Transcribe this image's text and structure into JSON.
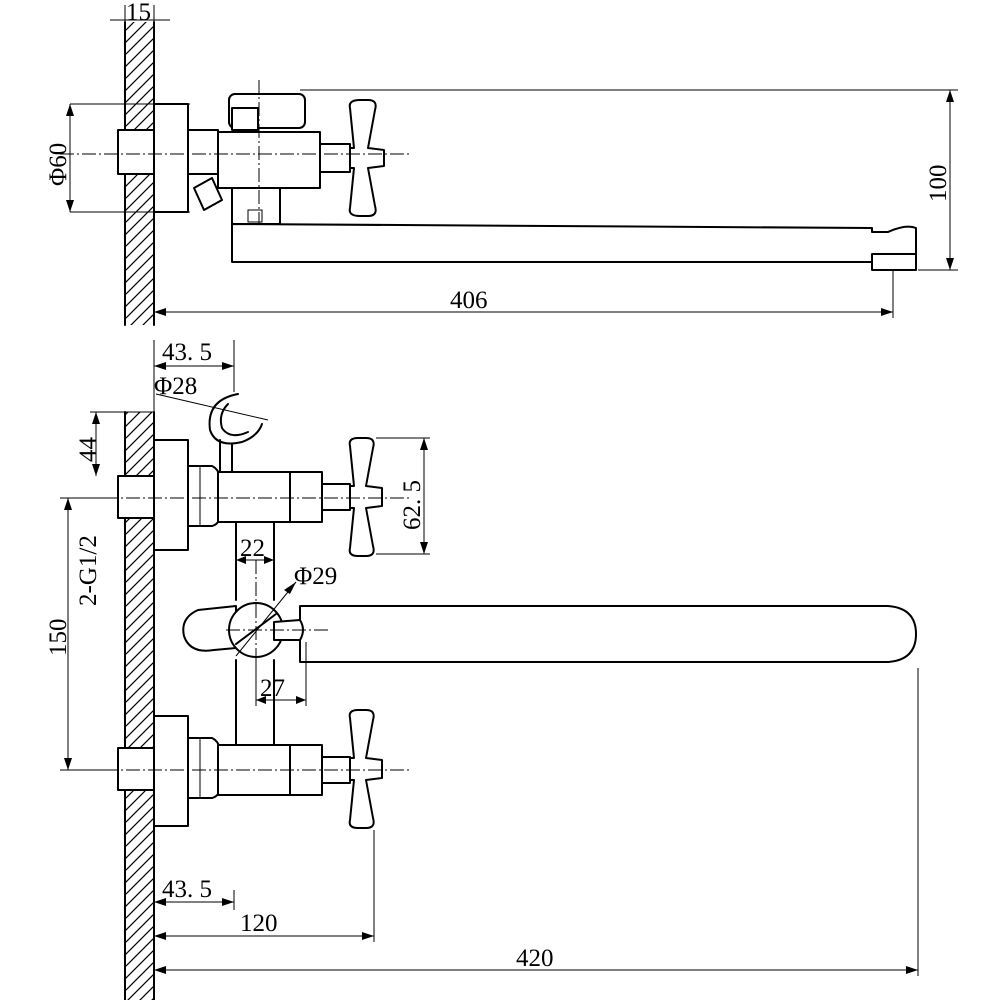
{
  "drawing": {
    "dimensions": {
      "top_wall_thickness": "15",
      "top_flange_diameter": "Φ60",
      "top_height": "100",
      "top_spout_reach": "406",
      "holder_offset": "43. 5",
      "holder_diameter": "Φ28",
      "flange_offset_44": "44",
      "thread_spec": "2-G1/2",
      "handle_span": "62. 5",
      "body_width": "22",
      "diverter_diameter": "Φ29",
      "center_distance": "150",
      "diverter_lever": "27",
      "bottom_offset": "43. 5",
      "handle_reach": "120",
      "spout_reach": "420"
    }
  }
}
